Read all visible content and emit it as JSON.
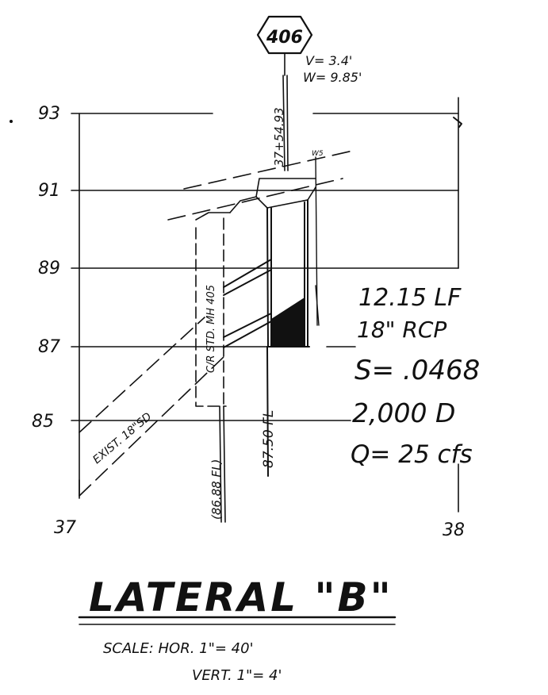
{
  "marker": {
    "label": "406",
    "v_label": "V= 3.4'",
    "w_label": "W= 9.85'"
  },
  "station_label": "37+54.93",
  "elevation_labels": [
    "93",
    "91",
    "89",
    "87",
    "85"
  ],
  "station_ticks": {
    "left": "37",
    "right": "38"
  },
  "callouts": {
    "manhole": "C/R STD. MH 405",
    "existing_pipe": "EXIST. 18\"SD",
    "flowline_left": "(86.88 FL)",
    "flowline_right": "87.50 FL",
    "small_label": "W5"
  },
  "pipe_notes": [
    "12.15 LF",
    "18\" RCP",
    "S= .0468",
    "2,000 D",
    "Q= 25 cfs"
  ],
  "title": "LATERAL \"B\"",
  "scale": {
    "line1": "SCALE: HOR. 1\"= 40'",
    "line2": "VERT. 1\"= 4'"
  }
}
